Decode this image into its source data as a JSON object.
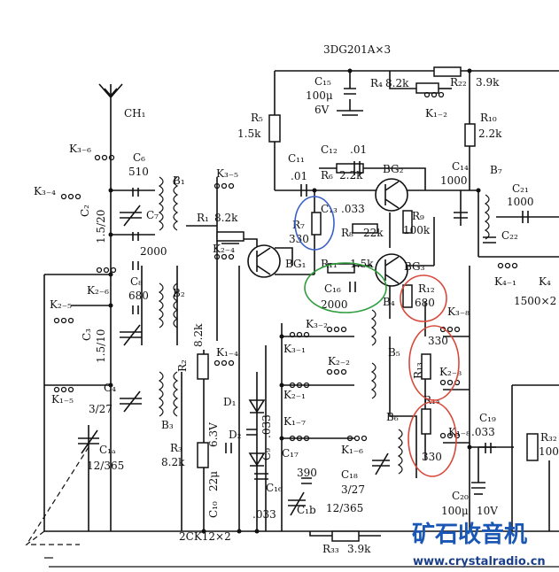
{
  "labels": {
    "top_transistors": "3DG201A×3",
    "ch1": "CH₁",
    "k3_6": "K₃₋₆",
    "k3_4": "K₃₋₄",
    "c6": "C₆",
    "c6v": "510",
    "b1": "B₁",
    "c2": "C₂",
    "c2v": "1.5/20",
    "c7": "C₇",
    "c7v": "2000",
    "k2_6": "K₂₋₆",
    "c8": "C₈",
    "c8v": "680",
    "b2": "B₂",
    "k2_5": "K₂₋₅",
    "c3": "C₃",
    "c3v": "1.5/10",
    "r2": "R₂",
    "r2v": "8.2k",
    "k1_5": "K₁₋₅",
    "c4": "C₄",
    "c4v": "3/27",
    "b3": "B₃",
    "c1a": "C₁ₐ",
    "c1av": "12/365",
    "r3": "R₃",
    "r3v": "8.2k",
    "r5": "R₅",
    "r5v": "1.5k",
    "k3_5": "K₃₋₅",
    "r1": "R₁",
    "r1v": "8.2k",
    "k2_4": "K₂₋₄",
    "bg1": "BG₁",
    "k1_4": "K₁₋₄",
    "d1": "D₁",
    "d2": "D₂",
    "c10": "C₁₀",
    "c10v": "22μ",
    "v63": "6.3V",
    "c9v": ".033",
    "c9": "C₉",
    "c16b": "C₁₆",
    "c16bv": ".033",
    "ck": "2CK12×2",
    "c15": "C₁₅",
    "c15v": "100μ",
    "c15vv": "6V",
    "r4": "R₄",
    "r4v": "8.2k",
    "r22": "R₂₂",
    "r22v": "3.9k",
    "k1_2": "K₁₋₂",
    "r10": "R₁₀",
    "r10v": "2.2k",
    "c11": "C₁₁",
    "c11v": ".01",
    "c12": "C₁₂",
    "c12v": ".01",
    "r6": "R₆",
    "r6v": "2.2k",
    "bg2": "BG₂",
    "c14": "C₁₄",
    "c14v": "1000",
    "b7": "B₇",
    "c21": "C₂₁",
    "c21v": "1000",
    "c22": "C₂₂",
    "r7": "R₇",
    "r7v": "330",
    "c13": "C₁₃",
    "c13v": ".033",
    "r8": "R₈",
    "r8v": "22k",
    "r9": "R₉",
    "r9v": "100k",
    "k4_1": "K₄₋₁",
    "c1500": "1500×2",
    "k4b": "K₄",
    "r11": "R₁₁",
    "r11v": "1.5k",
    "bg3": "BG₃",
    "c16": "C₁₆",
    "c16v": "2000",
    "r12": "R₁₂",
    "r12v": "680",
    "b4": "B₄",
    "k3_8": "K₃₋₈",
    "k3_2": "K₃₋₂",
    "k3_1": "K₃₋₁",
    "b5": "B₅",
    "k2_2": "K₂₋₂",
    "k2_1": "K₂₋₁",
    "v330a": "330",
    "r13": "R₁₃",
    "k2_8": "K₂₋₈",
    "r14": "R₁₄",
    "b6": "B₆",
    "k1_7": "K₁₋₇",
    "k1_6": "K₁₋₆",
    "k1_8": "K₁₋₈",
    "v330b": "330",
    "c17": "C₁₇",
    "c17v": "390",
    "c18": "C₁₈",
    "c18v": "3/27",
    "c1b": "C₁b",
    "c1bv": "12/365",
    "c19": "C₁₉",
    "c19v": ".033",
    "c20": "C₂₀",
    "c20v": "100μ",
    "c20vv": "10V",
    "r32": "R₃₂",
    "r32v": "100",
    "r33": "R₃₃",
    "r33v": "3.9k"
  },
  "watermark": {
    "title": "矿石收音机",
    "url": "www.crystalradio.cn"
  },
  "highlight_colors": {
    "blue": "#3a5fc8",
    "green": "#2e9e3e",
    "red": "#d9483b"
  }
}
